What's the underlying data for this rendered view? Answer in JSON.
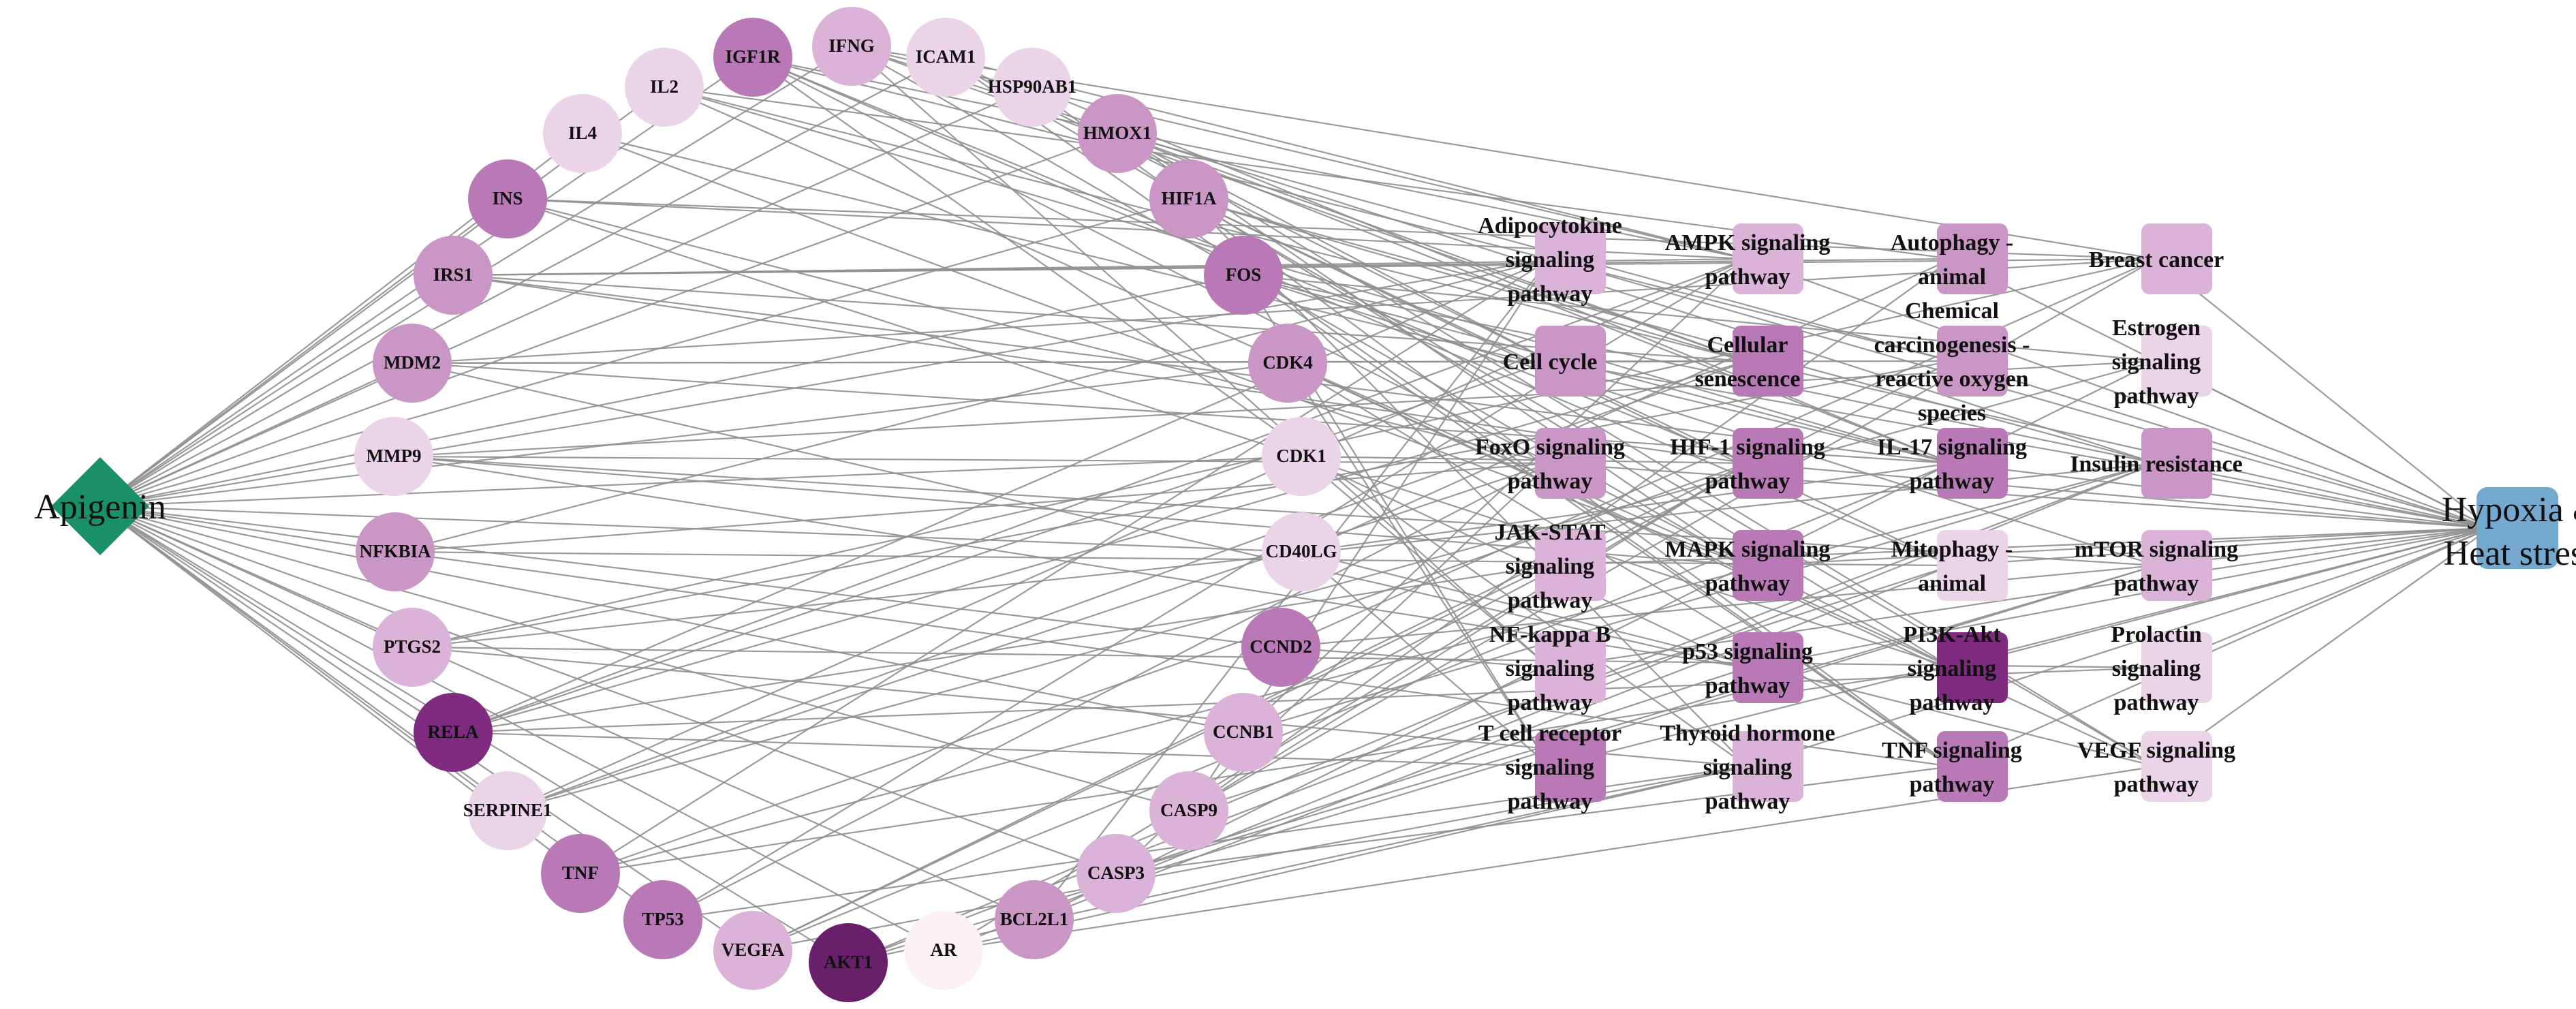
{
  "colors": {
    "edge": "#8f8f8f",
    "drug": "#1a9068",
    "disease": "#74a8cf",
    "purple_scale": [
      "#fbf0f6",
      "#ecd4e8",
      "#dbb2d8",
      "#c996c6",
      "#b879b6",
      "#9a4c99",
      "#7e2b80",
      "#6a1f6a"
    ]
  },
  "drug": {
    "label": "Apigenin",
    "shape": "diamond"
  },
  "disease": {
    "label_lines": [
      "Hypoxia &",
      "Heat stress"
    ],
    "shape": "rounded-square"
  },
  "genes": [
    {
      "label": "IL2",
      "level": 1
    },
    {
      "label": "IGF1R",
      "level": 4
    },
    {
      "label": "IFNG",
      "level": 2
    },
    {
      "label": "ICAM1",
      "level": 1
    },
    {
      "label": "HSP90AB1",
      "level": 1
    },
    {
      "label": "IL4",
      "level": 1
    },
    {
      "label": "HMOX1",
      "level": 3
    },
    {
      "label": "INS",
      "level": 4
    },
    {
      "label": "HIF1A",
      "level": 3
    },
    {
      "label": "IRS1",
      "level": 3
    },
    {
      "label": "FOS",
      "level": 4
    },
    {
      "label": "MDM2",
      "level": 3
    },
    {
      "label": "CDK4",
      "level": 3
    },
    {
      "label": "MMP9",
      "level": 1
    },
    {
      "label": "CDK1",
      "level": 1
    },
    {
      "label": "NFKBIA",
      "level": 3
    },
    {
      "label": "CD40LG",
      "level": 1
    },
    {
      "label": "PTGS2",
      "level": 2
    },
    {
      "label": "CCND2",
      "level": 4
    },
    {
      "label": "RELA",
      "level": 6
    },
    {
      "label": "CCNB1",
      "level": 2
    },
    {
      "label": "SERPINE1",
      "level": 1
    },
    {
      "label": "CASP9",
      "level": 2
    },
    {
      "label": "TNF",
      "level": 4
    },
    {
      "label": "CASP3",
      "level": 2
    },
    {
      "label": "TP53",
      "level": 4
    },
    {
      "label": "BCL2L1",
      "level": 3
    },
    {
      "label": "VEGFA",
      "level": 2
    },
    {
      "label": "AKT1",
      "level": 7
    },
    {
      "label": "AR",
      "level": 0
    }
  ],
  "pathways": [
    {
      "lines": [
        "Adipocytokine",
        "signaling",
        "pathway"
      ],
      "level": 2
    },
    {
      "lines": [
        "AMPK signaling",
        "pathway"
      ],
      "level": 2
    },
    {
      "lines": [
        "Autophagy -",
        "animal"
      ],
      "level": 3
    },
    {
      "lines": [
        "Breast cancer"
      ],
      "level": 2
    },
    {
      "lines": [
        "Cell cycle"
      ],
      "level": 3
    },
    {
      "lines": [
        "Cellular",
        "senescence"
      ],
      "level": 4
    },
    {
      "lines": [
        "Chemical",
        "carcinogenesis -",
        "reactive oxygen",
        "species"
      ],
      "level": 3
    },
    {
      "lines": [
        "Estrogen",
        "signaling",
        "pathway"
      ],
      "level": 1
    },
    {
      "lines": [
        "FoxO signaling",
        "pathway"
      ],
      "level": 3
    },
    {
      "lines": [
        "HIF-1 signaling",
        "pathway"
      ],
      "level": 4
    },
    {
      "lines": [
        "IL-17 signaling",
        "pathway"
      ],
      "level": 4
    },
    {
      "lines": [
        "Insulin resistance"
      ],
      "level": 3
    },
    {
      "lines": [
        "JAK-STAT",
        "signaling",
        "pathway"
      ],
      "level": 2
    },
    {
      "lines": [
        "MAPK signaling",
        "pathway"
      ],
      "level": 4
    },
    {
      "lines": [
        "Mitophagy -",
        "animal"
      ],
      "level": 1
    },
    {
      "lines": [
        "mTOR signaling",
        "pathway"
      ],
      "level": 2
    },
    {
      "lines": [
        "NF-kappa B",
        "signaling",
        "pathway"
      ],
      "level": 2
    },
    {
      "lines": [
        "p53 signaling",
        "pathway"
      ],
      "level": 4
    },
    {
      "lines": [
        "PI3K-Akt",
        "signaling",
        "pathway"
      ],
      "level": 6
    },
    {
      "lines": [
        "Prolactin",
        "signaling",
        "pathway"
      ],
      "level": 1
    },
    {
      "lines": [
        "T cell receptor",
        "signaling",
        "pathway"
      ],
      "level": 4
    },
    {
      "lines": [
        "Thyroid hormone",
        "signaling",
        "pathway"
      ],
      "level": 2
    },
    {
      "lines": [
        "TNF signaling",
        "pathway"
      ],
      "level": 4
    },
    {
      "lines": [
        "VEGF signaling",
        "pathway"
      ],
      "level": 1
    }
  ]
}
